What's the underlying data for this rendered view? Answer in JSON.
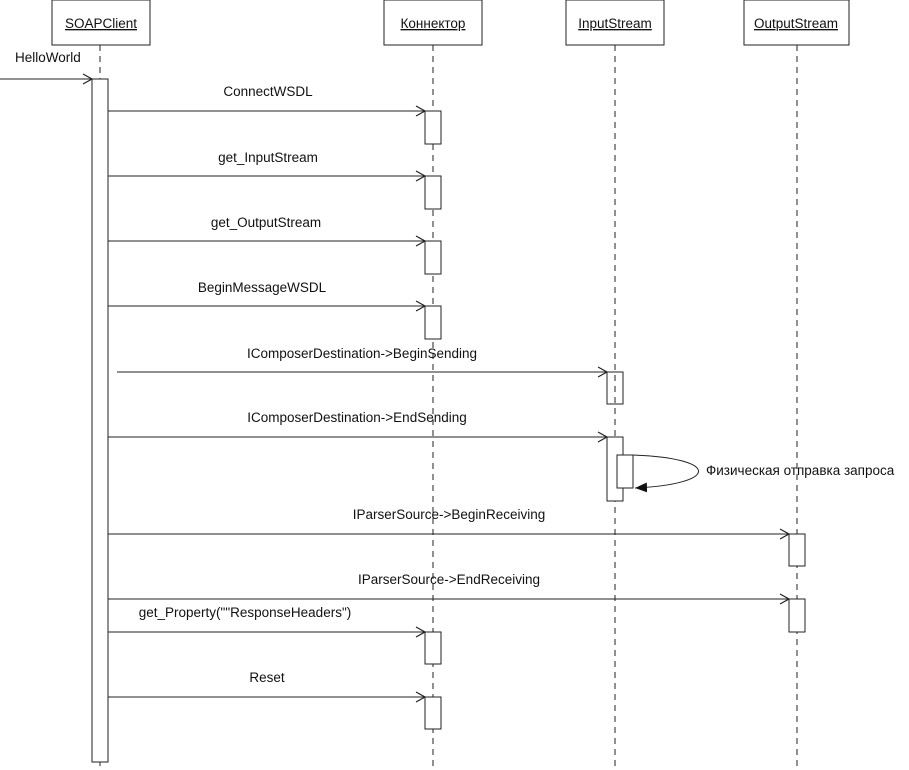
{
  "diagram": {
    "type": "uml-sequence",
    "colors": {
      "line": "#222222",
      "background": "#ffffff",
      "box_fill": "#ffffff"
    },
    "objects": [
      {
        "id": "soap",
        "name": "SOAPClient"
      },
      {
        "id": "conn",
        "name": "Коннектор"
      },
      {
        "id": "in",
        "name": "InputStream"
      },
      {
        "id": "out",
        "name": "OutputStream"
      }
    ],
    "entry_message": {
      "label": "HelloWorld",
      "to": "soap"
    },
    "messages": [
      {
        "label": "ConnectWSDL",
        "from": "soap",
        "to": "conn"
      },
      {
        "label": "get_InputStream",
        "from": "soap",
        "to": "conn"
      },
      {
        "label": "get_OutputStream",
        "from": "soap",
        "to": "conn"
      },
      {
        "label": "BeginMessageWSDL",
        "from": "soap",
        "to": "conn"
      },
      {
        "label": "IComposerDestination->BeginSending",
        "from": "soap",
        "to": "in"
      },
      {
        "label": "IComposerDestination->EndSending",
        "from": "soap",
        "to": "in"
      },
      {
        "label": "IParserSource->BeginReceiving",
        "from": "soap",
        "to": "out"
      },
      {
        "label": "IParserSource->EndReceiving",
        "from": "soap",
        "to": "out"
      },
      {
        "label": "get_Property(\"\"ResponseHeaders\")",
        "from": "soap",
        "to": "conn"
      },
      {
        "label": "Reset",
        "from": "soap",
        "to": "conn"
      }
    ],
    "self_message": {
      "label": "Физическая отправка запроса",
      "on": "in"
    }
  }
}
